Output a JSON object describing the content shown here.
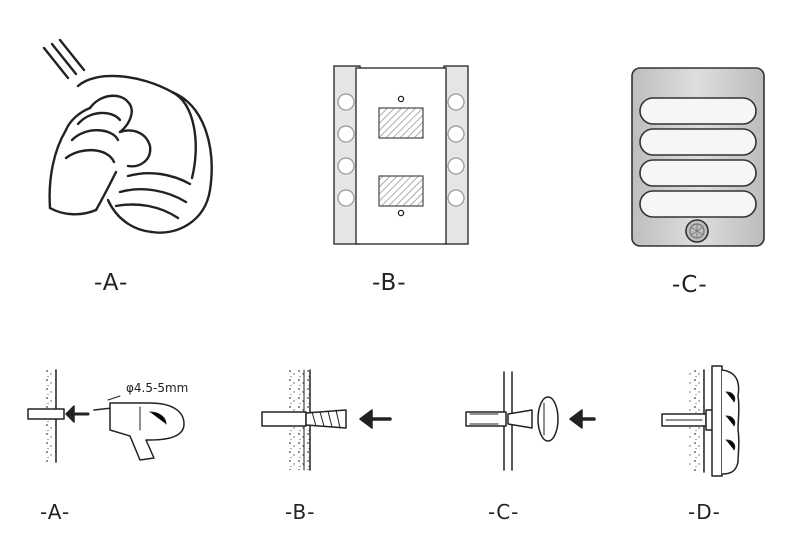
{
  "top_steps": [
    {
      "label": "-A-",
      "icon": "hand-wiping-cloth"
    },
    {
      "label": "-B-",
      "icon": "back-plate-with-adhesive-pads"
    },
    {
      "label": "-C-",
      "icon": "sensor-light-front"
    }
  ],
  "bottom_steps": [
    {
      "label": "-A-",
      "icon": "drill-into-wall"
    },
    {
      "label": "-B-",
      "icon": "insert-anchor"
    },
    {
      "label": "-C-",
      "icon": "screw-into-anchor"
    },
    {
      "label": "-D-",
      "icon": "mount-light"
    }
  ],
  "drill_spec": "φ4.5-5mm",
  "colors": {
    "line": "#222222",
    "panel": "#ededed",
    "sensor_body": "#d2d2d2",
    "adhesive": "#cccccc"
  }
}
